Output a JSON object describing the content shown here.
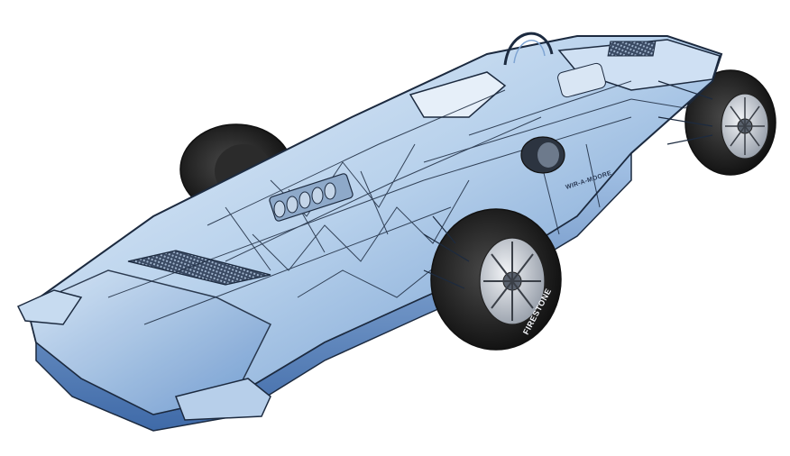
{
  "illustration": {
    "subject": "race-car-cutaway",
    "signature": "WIR-A-MOORE",
    "tire_brand": "FIRESTONE",
    "colors": {
      "background": "#ffffff",
      "body_light": "#dce9f6",
      "body_mid": "#a9c6e6",
      "body_dark": "#4f7fbf",
      "line": "#1c2a3f",
      "tire": "#1a1a1a",
      "rim": "#c9ced6"
    }
  }
}
